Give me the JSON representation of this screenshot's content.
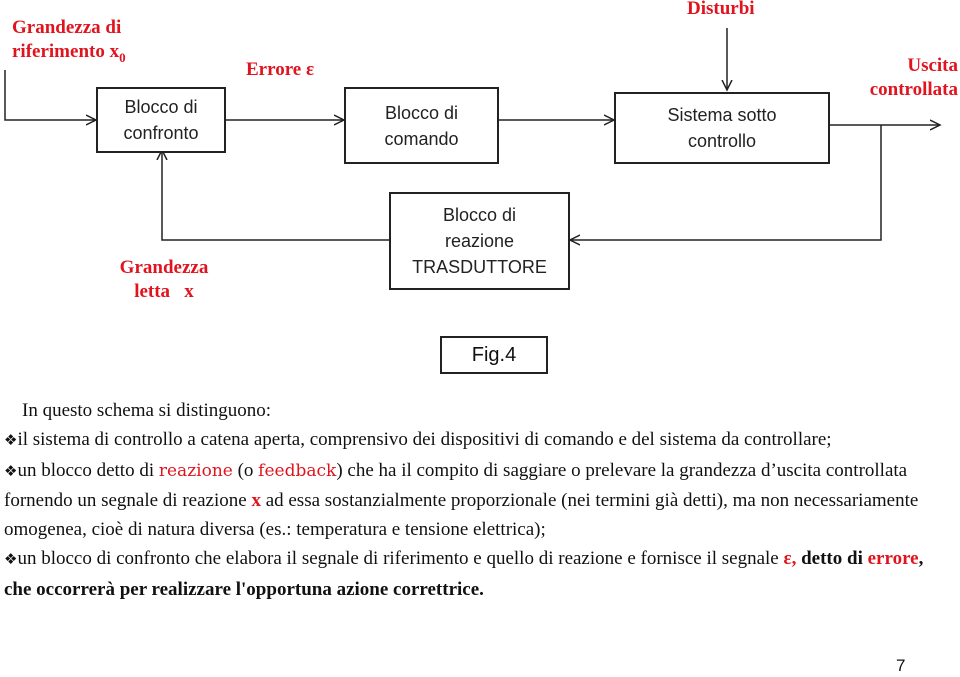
{
  "diagram": {
    "ref_label_line1": "Grandezza di",
    "ref_label_line2": "riferimento x",
    "ref_label_sub": "0",
    "error_label": "Errore ε",
    "disturb_label": "Disturbi",
    "output_label_line1": "Uscita",
    "output_label_line2": "controllata",
    "read_label_line1": "Grandezza",
    "read_label_line2": "letta   x",
    "box_confronto_line1": "Blocco di",
    "box_confronto_line2": "confronto",
    "box_comando_line1": "Blocco di",
    "box_comando_line2": "comando",
    "box_sistema_line1": "Sistema sotto",
    "box_sistema_line2": "controllo",
    "box_reazione_line1": "Blocco di",
    "box_reazione_line2": "reazione",
    "box_reazione_line3": "TRASDUTTORE",
    "fig_label": "Fig.4",
    "accent_color": "#e0141e"
  },
  "text": {
    "intro": "In questo schema si distinguono:",
    "bullet_icon": "diamond-bullet-icon",
    "item1": "il sistema di controllo a catena aperta, comprensivo dei dispositivi di comando e del sistema da controllare;",
    "item2_a": "un blocco detto di ",
    "item2_reazione": "reazione",
    "item2_b": " (o ",
    "item2_feedback": "feedback",
    "item2_c": ") che ha il compito di saggiare o prelevare la grandezza d’uscita controllata fornendo un segnale di reazione ",
    "item2_x": "x",
    "item2_d": " ad essa sostanzialmente proporzionale (nei termini già detti), ma non necessariamente omogenea, cioè di natura diversa (es.: temperatura e tensione elettrica);",
    "item3_a": "un blocco di confronto che elabora il segnale di riferimento e quello di reazione e fornisce il segnale ",
    "item3_eps": "ε,",
    "item3_b": " detto di ",
    "item3_errore": "errore",
    "item3_c": ", che occorrerà per realizzare l'opportuna azione correttrice."
  },
  "page_number": "7"
}
